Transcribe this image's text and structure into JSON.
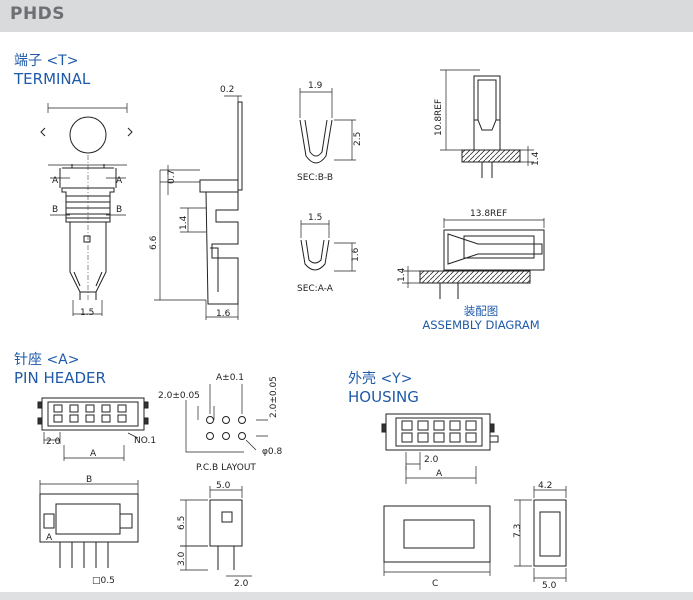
{
  "header": {
    "brand": "PHDS"
  },
  "terminal": {
    "title_cn": "端子 <T>",
    "title_en": "TERMINAL",
    "dims": {
      "width_15": "1.5",
      "thick_02": "0.2",
      "dim_07": "0.7",
      "dim_14": "1.4",
      "height_66": "6.6",
      "width_16": "1.6"
    },
    "section_marks": {
      "a_left": "A",
      "a_right": "A",
      "b_left": "B",
      "b_right": "B"
    },
    "sec_bb": {
      "label": "SEC:B-B",
      "width": "1.9",
      "height": "2.5"
    },
    "sec_aa": {
      "label": "SEC:A-A",
      "width": "1.5",
      "height": "1.6"
    }
  },
  "assembly": {
    "title_cn": "装配图",
    "title_en": "ASSEMBLY DIAGRAM",
    "ref_vertical": "10.8REF",
    "ref_horizontal": "13.8REF",
    "dim_14_a": "1.4",
    "dim_14_b": "1.4"
  },
  "pin_header": {
    "title_cn": "针座 <A>",
    "title_en": "PIN HEADER",
    "pitch": "2.0",
    "dim_a": "A",
    "no1": "NO.1",
    "dim_b": "B",
    "height_65": "6.5",
    "height_30": "3.0",
    "width_50": "5.0",
    "pin_size": "□0.5",
    "side_20": "2.0",
    "marking": "A"
  },
  "pcb_layout": {
    "title": "P.C.B LAYOUT",
    "dim_pitch_h": "2.0±0.05",
    "dim_a_tol": "A±0.1",
    "dim_pitch_v": "2.0±0.05",
    "hole": "φ0.8"
  },
  "housing": {
    "title_cn": "外壳 <Y>",
    "title_en": "HOUSING",
    "pitch": "2.0",
    "dim_a": "A",
    "dim_c": "C",
    "width_42": "4.2",
    "height_73": "7.3",
    "width_50": "5.0"
  }
}
